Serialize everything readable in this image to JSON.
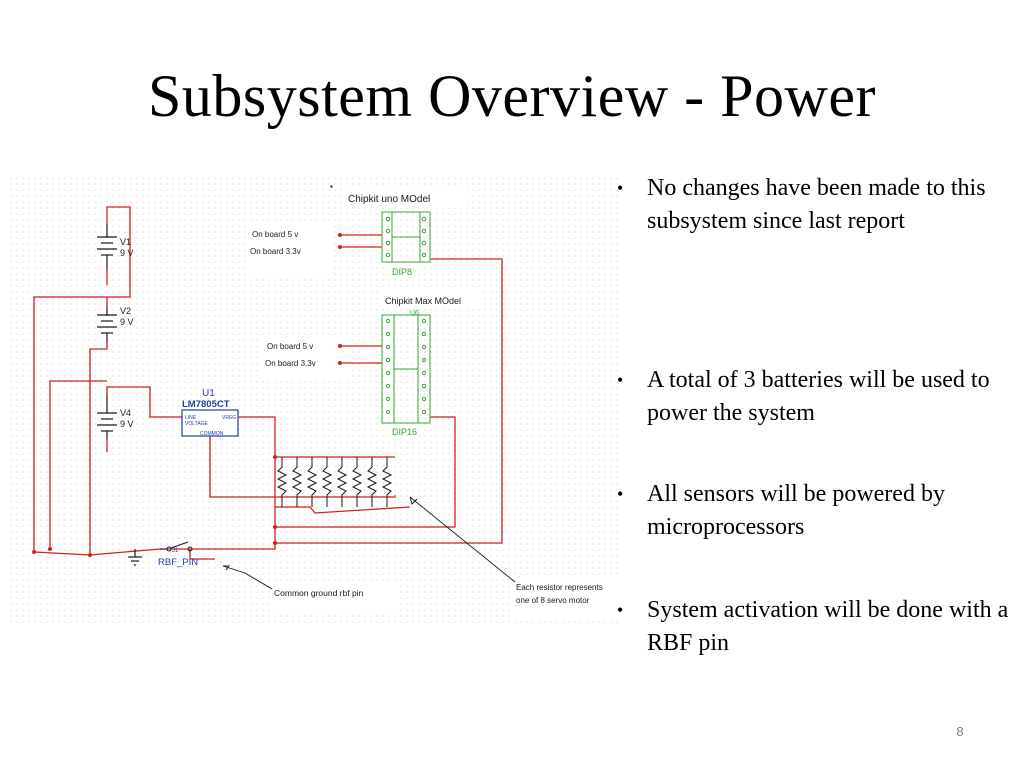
{
  "slide": {
    "title": "Subsystem Overview - Power",
    "page_number": "8"
  },
  "bullets": [
    {
      "text": "No changes have been made to this subsystem since last report"
    },
    {
      "text": "A total of 3 batteries will be used to power the system"
    },
    {
      "text": "All sensors will be powered by microprocessors"
    },
    {
      "text": "System activation will be done with a RBF pin"
    }
  ],
  "schematic": {
    "battery_v1": {
      "name": "V1",
      "value": "9 V"
    },
    "battery_v2": {
      "name": "V2",
      "value": "9 V"
    },
    "battery_v4": {
      "name": "V4",
      "value": "9 V"
    },
    "regulator": {
      "ref": "U1",
      "part": "LM7805CT",
      "pin_line": "LINE",
      "pin_voltage": "VOLTAGE",
      "pin_vreg": "VREG",
      "pin_common": "COMMON"
    },
    "uno": {
      "label": "Chipkit uno MOdel",
      "part": "DIP8",
      "note_5v": "On board 5 v",
      "note_33v": "On board 3.3v"
    },
    "max": {
      "label": "Chipkit Max MOdel",
      "part": "DIP16",
      "ref": "U6",
      "note_5v": "On board 5 v",
      "note_33v": "On board 3.3v"
    },
    "switch": {
      "ref": "J1",
      "label": "RBF_PIN"
    },
    "ground_note": "Common ground rbf pin",
    "resistor_note_line1": "Each resistor represents",
    "resistor_note_line2": "one of 8 servo motor",
    "colors": {
      "wire": "#cc2222",
      "part": "#1a1a1a",
      "label_blue": "#1f3fa6",
      "dip_green": "#3aa53a",
      "grid": "#b8b8b8"
    }
  }
}
